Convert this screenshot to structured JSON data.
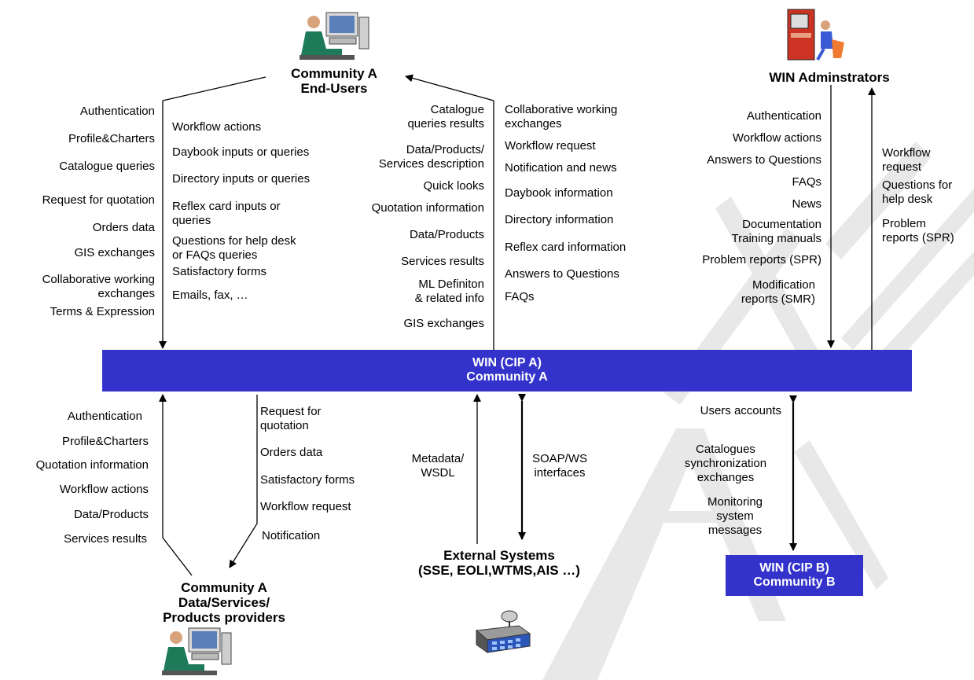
{
  "nodes": {
    "community_a_users": "Community A\nEnd-Users",
    "win_admins": "WIN Adminstrators",
    "providers": "Community A\nData/Services/\nProducts providers",
    "external": "External Systems\n(SSE, EOLI,WTMS,AIS …)",
    "cip_a": "WIN (CIP A)\nCommunity A",
    "cip_b": "WIN (CIP B)\nCommunity B"
  },
  "users_in_left": [
    "Authentication",
    "Profile&Charters",
    "Catalogue queries",
    "Request for quotation",
    "Orders data",
    "GIS exchanges",
    "Collaborative working\nexchanges",
    "Terms & Expression"
  ],
  "users_in_right": [
    "Workflow actions",
    "Daybook inputs or queries",
    "Directory inputs or queries",
    "Reflex card inputs or\nqueries",
    "Questions for help desk\nor FAQs queries",
    "Satisfactory forms",
    "Emails, fax, …"
  ],
  "users_out_left": [
    "Catalogue\nqueries results",
    "Data/Products/\nServices description",
    "Quick looks",
    "Quotation information",
    "Data/Products",
    "Services results",
    "ML Definiton\n& related info",
    "GIS exchanges"
  ],
  "users_out_right": [
    "Collaborative working\nexchanges",
    "Workflow request",
    "Notification and news",
    "Daybook information",
    "Directory information",
    "Reflex card information",
    "Answers to Questions",
    "FAQs"
  ],
  "admin_down": [
    "Authentication",
    "Workflow actions",
    "Answers to Questions",
    "FAQs",
    "News",
    "Documentation\nTraining manuals",
    "Problem reports (SPR)",
    "Modification\nreports (SMR)"
  ],
  "admin_up": [
    "Workflow\nrequest",
    "Questions for\nhelp desk",
    "Problem\nreports (SPR)"
  ],
  "providers_up": [
    "Authentication",
    "Profile&Charters",
    "Quotation information",
    "Workflow actions",
    "Data/Products",
    "Services results"
  ],
  "providers_down": [
    "Request for\nquotation",
    "Orders data",
    "Satisfactory forms",
    "Workflow request",
    "Notification"
  ],
  "external_up": "Metadata/\nWSDL",
  "external_both": "SOAP/WS\ninterfaces",
  "cipb_labels": [
    "Users accounts",
    "Catalogues\nsynchronization\nexchanges",
    "Monitoring\nsystem\nmessages"
  ],
  "icons": [
    "user-computer-icon",
    "administrator-console-icon",
    "user-computer-icon",
    "building-satellite-icon"
  ],
  "colors": {
    "bus": "#3333cc",
    "bus_text": "#ffffff",
    "watermark": "#e6e6e6"
  }
}
